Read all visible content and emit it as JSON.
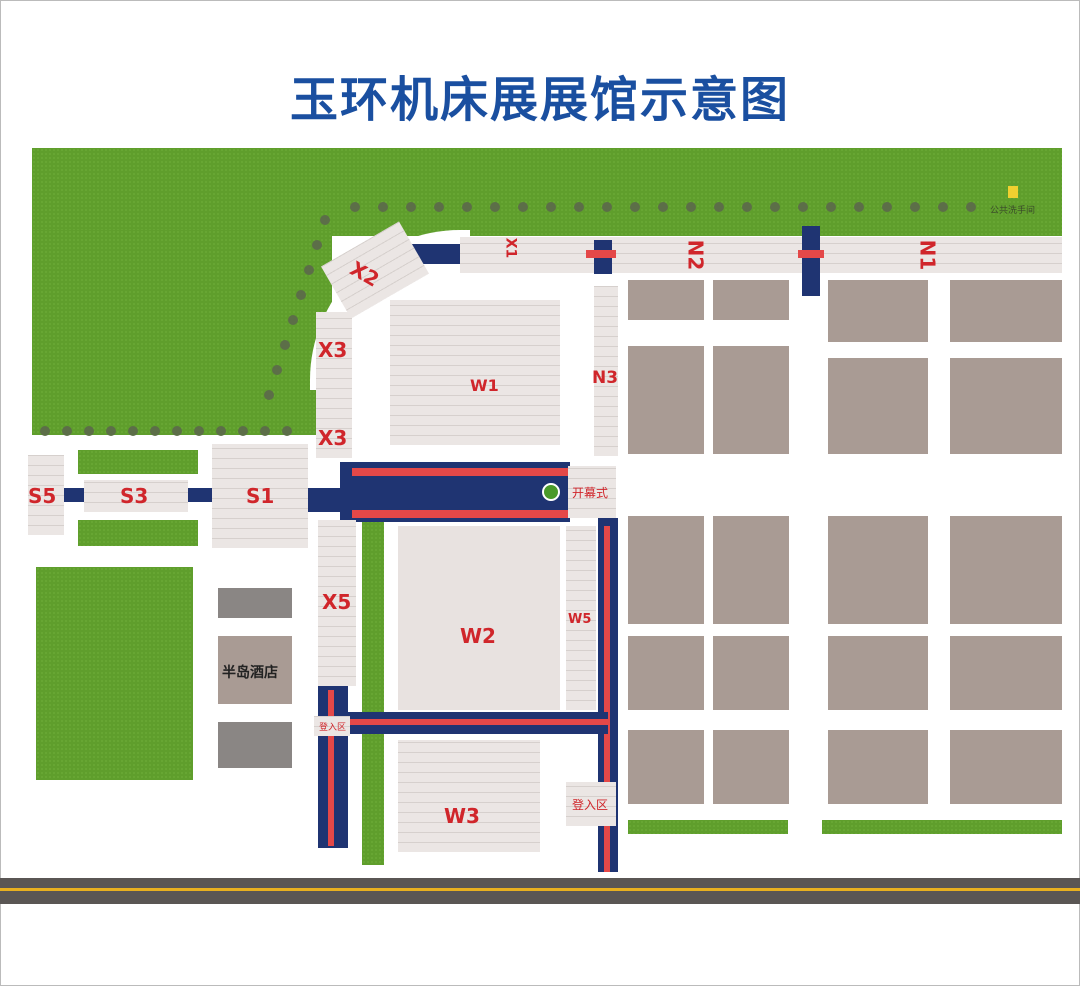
{
  "title": "玉环机床展展馆示意图",
  "colors": {
    "title": "#1a4fa0",
    "grass": "#5f9e2c",
    "building": "#a99b94",
    "hall": "#ebe6e4",
    "walkway": "#1f3472",
    "carpet": "#e44848",
    "label": "#d0262b"
  },
  "labels": {
    "restroom": "公共洗手间",
    "x2": "X2",
    "x1": "X1",
    "n2": "N2",
    "n1": "N1",
    "x3a": "X3",
    "x3b": "X3",
    "w1": "W1",
    "n3": "N3",
    "s5": "S5",
    "s3": "S3",
    "s1": "S1",
    "opening": "开幕式",
    "x5": "X5",
    "w2": "W2",
    "w5": "W5",
    "hotel": "半岛酒店",
    "entry1": "登入区",
    "entry2": "登入区",
    "w3": "W3"
  }
}
